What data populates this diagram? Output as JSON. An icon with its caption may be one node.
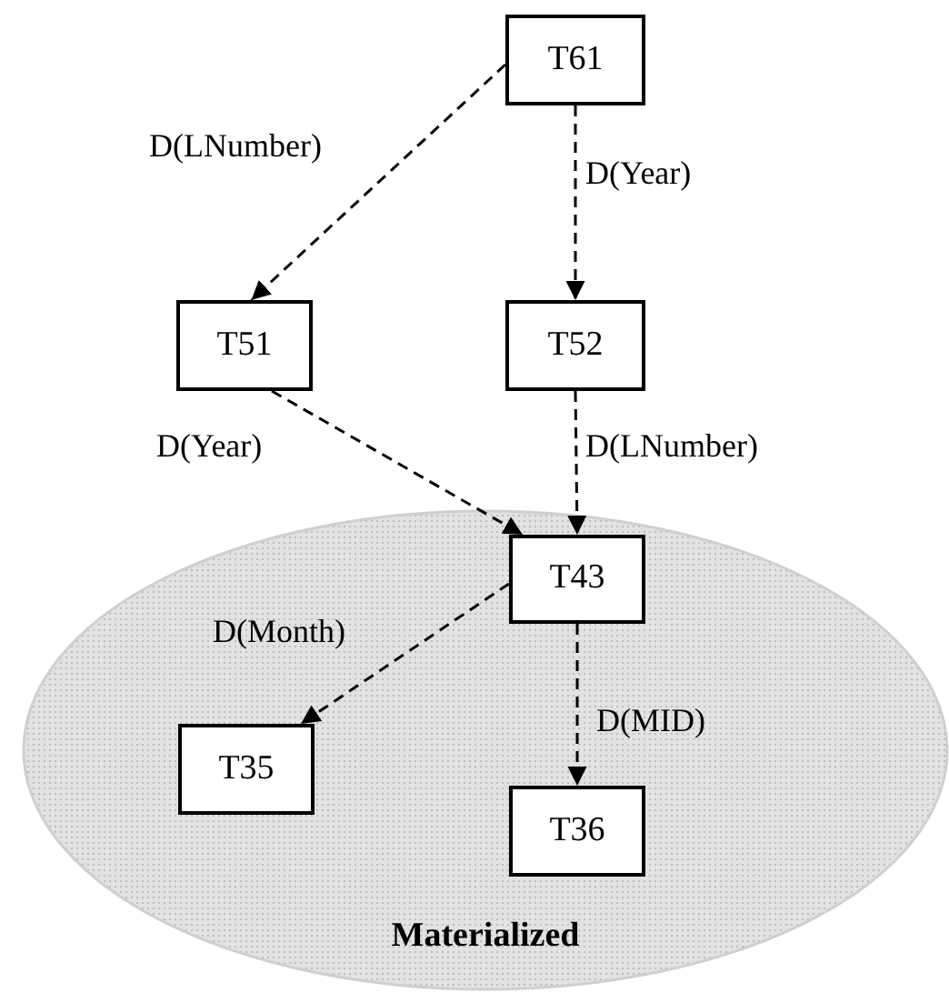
{
  "diagram": {
    "nodes": [
      {
        "text": [
          "T61"
        ]
      },
      {
        "text": [
          "T51"
        ]
      },
      {
        "text": [
          "T52"
        ]
      },
      {
        "text": [
          "Materialized"
        ]
      },
      {
        "text": [
          "T43"
        ],
        "in": 3
      },
      {
        "text": [
          "T35"
        ],
        "in": 3
      },
      {
        "text": [
          "T36"
        ],
        "in": 3
      }
    ],
    "edges": [
      {
        "from": 0,
        "to": 1,
        "arrow": "to",
        "label": "D(LNumber)",
        "style": "dashed"
      },
      {
        "from": 0,
        "to": 2,
        "arrow": "to",
        "label": "D(Year)",
        "style": "dashed"
      },
      {
        "from": 1,
        "to": 4,
        "arrow": "to",
        "label": "D(Year)",
        "style": "dashed"
      },
      {
        "from": 2,
        "to": 4,
        "arrow": "to",
        "label": "D(LNumber)",
        "style": "dashed"
      },
      {
        "from": 4,
        "to": 5,
        "arrow": "to",
        "label": "D(Month)",
        "style": "dashed"
      },
      {
        "from": 4,
        "to": 6,
        "arrow": "to",
        "label": "D(MID)",
        "style": "dashed"
      }
    ]
  }
}
